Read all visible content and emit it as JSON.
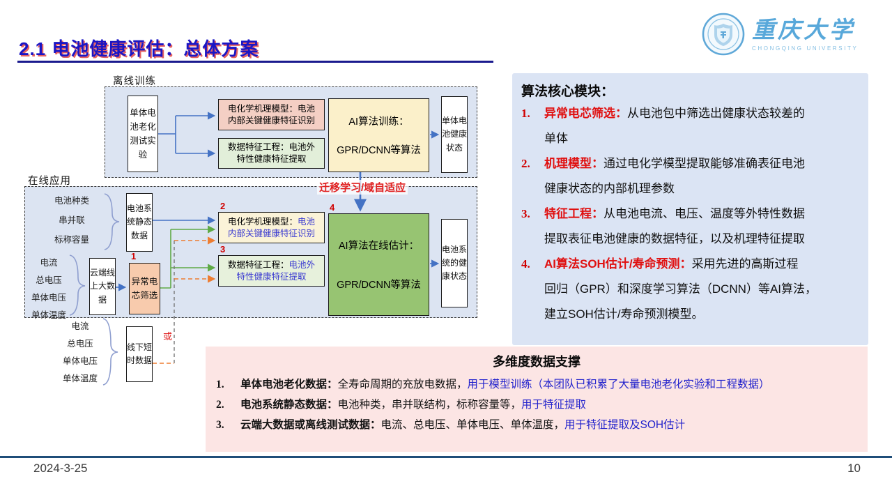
{
  "slide": {
    "title": "2.1 电池健康评估：总体方案",
    "date": "2024-3-25",
    "page_number": "10"
  },
  "logo": {
    "cn": "重庆大学",
    "en": "CHONGQING UNIVERSITY"
  },
  "colors": {
    "title_blue": "#1b15c4",
    "red_accent": "#e01010",
    "inline_blue": "#3b3bd1",
    "panel_blue_bg": "#dbe4f4",
    "panel_pink_bg": "#fce5e4",
    "diagram_bg": "#dce4f2",
    "footer_line": "#1f4e79",
    "arrow_blue": "#4472c4",
    "arrow_green": "#5faa46",
    "arrow_orange": "#ed7d31"
  },
  "diagram": {
    "offline": {
      "label": "离线训练",
      "battery_test": "单体电池老化测试实验",
      "em_model_line1": "电化学机理模型：电池",
      "em_model_line2": "内部关键健康特征识别",
      "feature_line1": "数据特征工程：电池外",
      "feature_line2": "特性健康特征提取",
      "ai_train_line1": "AI算法训练：",
      "ai_train_line2": "GPR/DCNN等算法",
      "output": "单体电池健康状态"
    },
    "transfer_label": "迁移学习/域自适应",
    "online": {
      "label": "在线应用",
      "static_inputs": [
        "电池种类",
        "串并联",
        "标称容量"
      ],
      "static_box": "电池系统静态数据",
      "cloud_inputs": [
        "电流",
        "总电压",
        "单体电压",
        "单体温度"
      ],
      "cloud_box": "云端线上大数据",
      "abnormal_num": "1",
      "abnormal_box": "异常电芯筛选",
      "em_num": "2",
      "em_model_black": "电化学机理模型：",
      "em_model_blue1": "电池",
      "em_model_blue2": "内部关键健康特征识别",
      "feature_num": "3",
      "feature_black": "数据特征工程：",
      "feature_blue1": "电池外",
      "feature_blue2": "特性健康特征提取",
      "ai_num": "4",
      "ai_line1": "AI算法在线估计：",
      "ai_line2": "GPR/DCNN等算法",
      "output": "电池系统的健康状态"
    },
    "offline_short": {
      "inputs": [
        "电流",
        "总电压",
        "单体电压",
        "单体温度"
      ],
      "box": "线下短时数据",
      "or_label": "或"
    }
  },
  "core_modules": {
    "heading": "算法核心模块：",
    "items": [
      {
        "num": "1.",
        "lead": "异常电芯筛选：",
        "text": "从电池包中筛选出健康状态较差的\n单体"
      },
      {
        "num": "2.",
        "lead": "机理模型：",
        "text": "通过电化学模型提取能够准确表征电池\n健康状态的内部机理参数"
      },
      {
        "num": "3.",
        "lead": "特征工程：",
        "text": "从电池电流、电压、温度等外特性数据\n提取表征电池健康的数据特征，以及机理特征提取"
      },
      {
        "num": "4.",
        "lead": "AI算法SOH估计/寿命预测：",
        "text": "采用先进的高斯过程\n回归（GPR）和深度学习算法（DCNN）等AI算法，\n建立SOH估计/寿命预测模型。"
      }
    ]
  },
  "data_support": {
    "heading": "多维度数据支撑",
    "items": [
      {
        "num": "1.",
        "lead": "单体电池老化数据：",
        "text": "全寿命周期的充放电数据，",
        "blue": "用于模型训练（本团队已积累了大量电池老化实验和工程数据）"
      },
      {
        "num": "2.",
        "lead": "电池系统静态数据：",
        "text": "电池种类，串并联结构，标称容量等，",
        "blue": "用于特征提取"
      },
      {
        "num": "3.",
        "lead": "云端大数据或离线测试数据：",
        "text": "电流、总电压、单体电压、单体温度，",
        "blue": "用于特征提取及SOH估计"
      }
    ]
  }
}
